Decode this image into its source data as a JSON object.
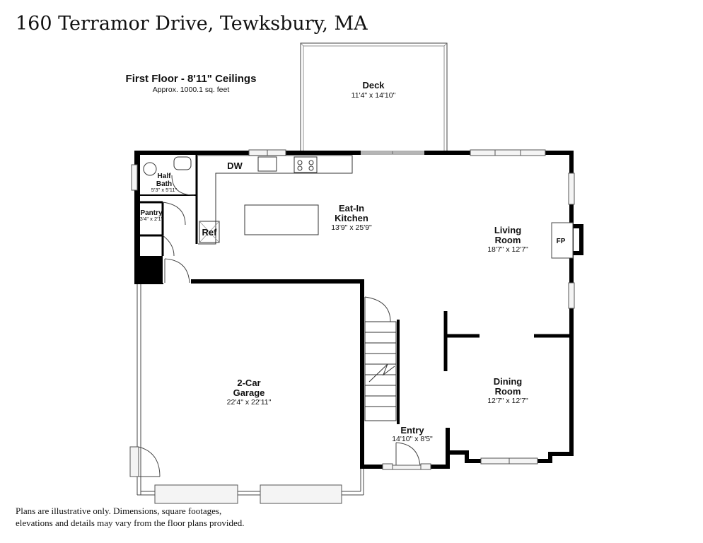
{
  "header": {
    "address": "160 Terramor Drive, Tewksbury, MA",
    "floor_title": "First Floor - 8'11\" Ceilings",
    "sqft": "Approx. 1000.1 sq. feet"
  },
  "rooms": {
    "deck": {
      "name": "Deck",
      "dims": "11'4\" x 14'10\""
    },
    "half_bath": {
      "name_line1": "Half",
      "name_line2": "Bath",
      "dims": "5'3\" x 5'11\""
    },
    "pantry": {
      "name": "Pantry",
      "dims": "3'4\" x 2'1\""
    },
    "kitchen": {
      "name_line1": "Eat-In",
      "name_line2": "Kitchen",
      "dims": "13'9\" x 25'9\""
    },
    "living": {
      "name_line1": "Living",
      "name_line2": "Room",
      "dims": "18'7\" x 12'7\""
    },
    "garage": {
      "name_line1": "2-Car",
      "name_line2": "Garage",
      "dims": "22'4\" x 22'11\""
    },
    "dining": {
      "name_line1": "Dining",
      "name_line2": "Room",
      "dims": "12'7\" x 12'7\""
    },
    "entry": {
      "name": "Entry",
      "dims": "14'10\" x 8'5\""
    }
  },
  "fixtures": {
    "dishwasher": "DW",
    "refrigerator": "Ref",
    "fireplace": "FP"
  },
  "footer": {
    "disclaimer_line1": "Plans are illustrative only. Dimensions, square footages,",
    "disclaimer_line2": "elevations and details may vary from the floor plans provided."
  }
}
